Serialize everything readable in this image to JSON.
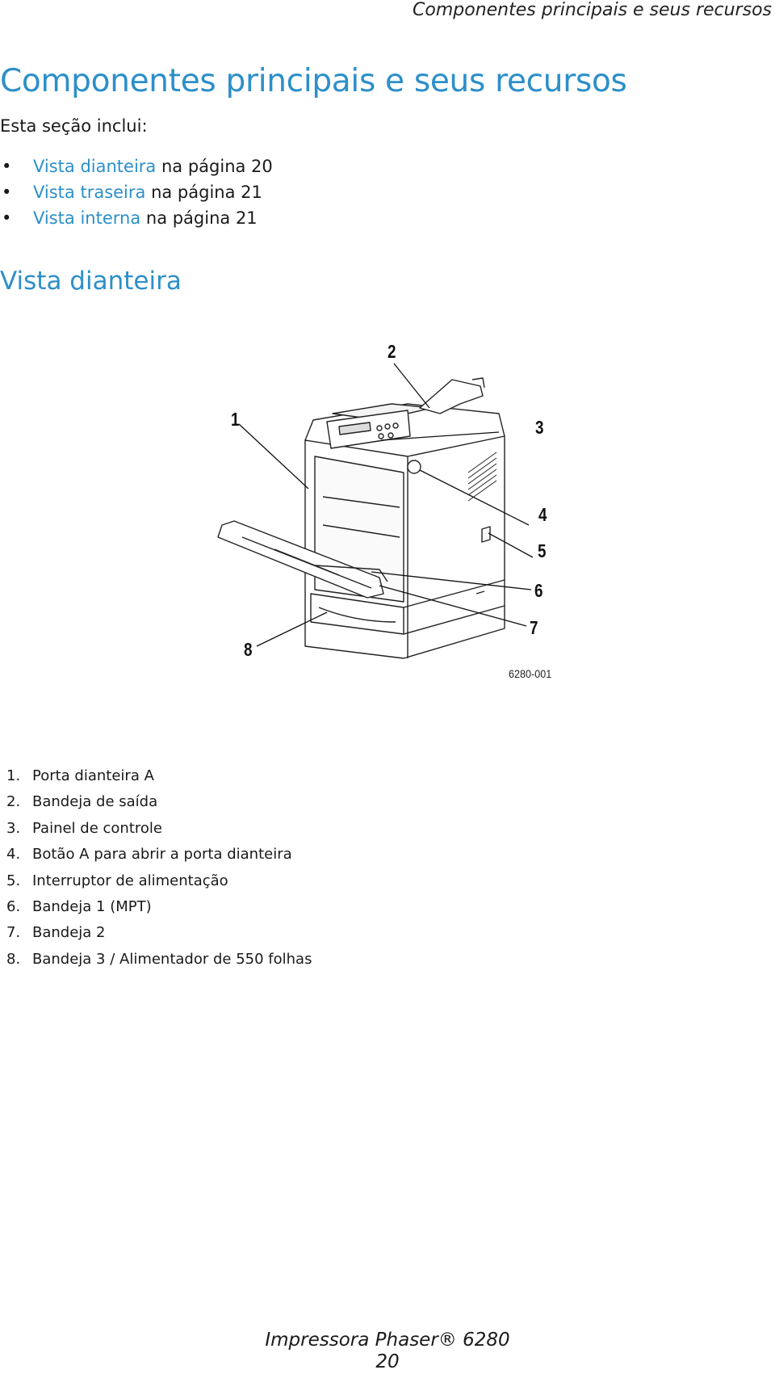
{
  "header": {
    "running_title": "Componentes principais e seus recursos"
  },
  "section": {
    "title": "Componentes principais e seus recursos",
    "intro": "Esta seção inclui:",
    "toc": [
      {
        "link": "Vista dianteira",
        "suffix": " na página 20"
      },
      {
        "link": "Vista traseira",
        "suffix": " na página 21"
      },
      {
        "link": "Vista interna",
        "suffix": " na página 21"
      }
    ]
  },
  "subsection": {
    "title": "Vista dianteira"
  },
  "figure": {
    "callouts": [
      "1",
      "2",
      "3",
      "4",
      "5",
      "6",
      "7",
      "8"
    ],
    "code": "6280-001"
  },
  "legend": [
    {
      "num": "1.",
      "text": "Porta dianteira A"
    },
    {
      "num": "2.",
      "text": "Bandeja de saída"
    },
    {
      "num": "3.",
      "text": "Painel de controle"
    },
    {
      "num": "4.",
      "text": "Botão A para abrir a porta dianteira"
    },
    {
      "num": "5.",
      "text": "Interruptor de alimentação"
    },
    {
      "num": "6.",
      "text": "Bandeja 1 (MPT)"
    },
    {
      "num": "7.",
      "text": "Bandeja 2"
    },
    {
      "num": "8.",
      "text": "Bandeja 3 / Alimentador de 550 folhas"
    }
  ],
  "footer": {
    "product": "Impressora Phaser® 6280",
    "page": "20"
  },
  "colors": {
    "accent": "#2c8fc9",
    "text": "#1a1a1a"
  }
}
